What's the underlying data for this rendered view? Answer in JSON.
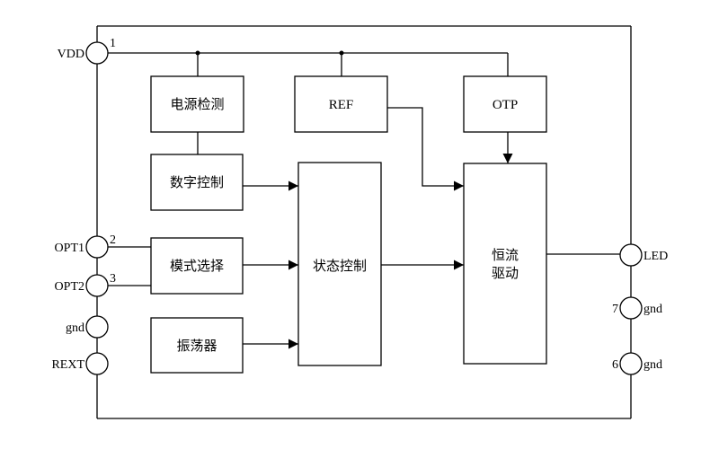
{
  "blocks": {
    "power_detect": "电源检测",
    "ref": "REF",
    "otp": "OTP",
    "digital_control": "数字控制",
    "mode_select": "模式选择",
    "oscillator": "振荡器",
    "state_control": "状态控制",
    "cc_drive_line1": "恒流",
    "cc_drive_line2": "驱动"
  },
  "pins": {
    "vdd": {
      "name": "VDD",
      "number": "1"
    },
    "opt1": {
      "name": "OPT1",
      "number": "2"
    },
    "opt2": {
      "name": "OPT2",
      "number": "3"
    },
    "gnd_left": {
      "name": "gnd",
      "number": ""
    },
    "rext": {
      "name": "REXT",
      "number": ""
    },
    "led": {
      "name": "LED",
      "number": ""
    },
    "gnd7": {
      "name": "gnd",
      "number": "7"
    },
    "gnd6": {
      "name": "gnd",
      "number": "6"
    }
  }
}
